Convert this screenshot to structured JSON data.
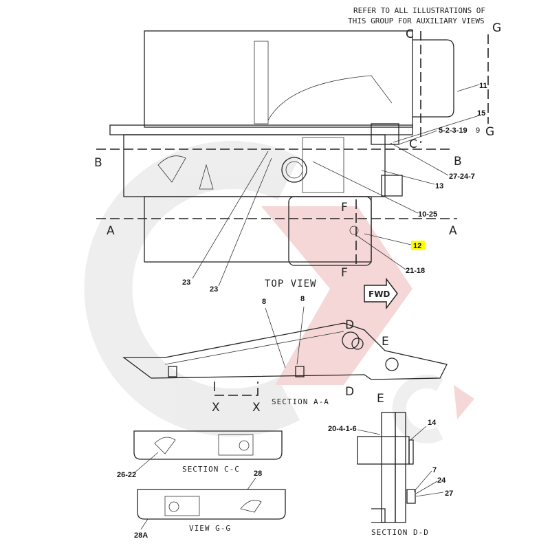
{
  "note": [
    "REFER TO ALL ILLUSTRATIONS OF",
    "THIS GROUP FOR AUXILIARY VIEWS"
  ],
  "views": {
    "top": "TOP VIEW",
    "fwd": "FWD",
    "section_aa": "SECTION A-A",
    "section_cc": "SECTION C-C",
    "view_gg": "VIEW G-G",
    "section_dd": "SECTION D-D"
  },
  "section_letters": {
    "a": "A",
    "b": "B",
    "c": "C",
    "d": "D",
    "e": "E",
    "f": "F",
    "g": "G",
    "x": "X"
  },
  "callouts": {
    "c11": "11",
    "c15": "15",
    "c5_2_3_19": "5-2-3-19",
    "c9": "9",
    "c27_24_7": "27-24-7",
    "c13": "13",
    "c10_25": "10-25",
    "c12": "12",
    "c21_18": "21-18",
    "c23a": "23",
    "c23b": "23",
    "c8a": "8",
    "c8b": "8",
    "c14": "14",
    "c20_4_1_6": "20-4-1-6",
    "c7": "7",
    "c24": "24",
    "c27": "27",
    "c26_22": "26-22",
    "c28": "28",
    "c28a": "28A"
  },
  "colors": {
    "highlight": "#ffff00",
    "watermark_red": "#f2c6c6",
    "watermark_gray": "#e6e6e6"
  }
}
